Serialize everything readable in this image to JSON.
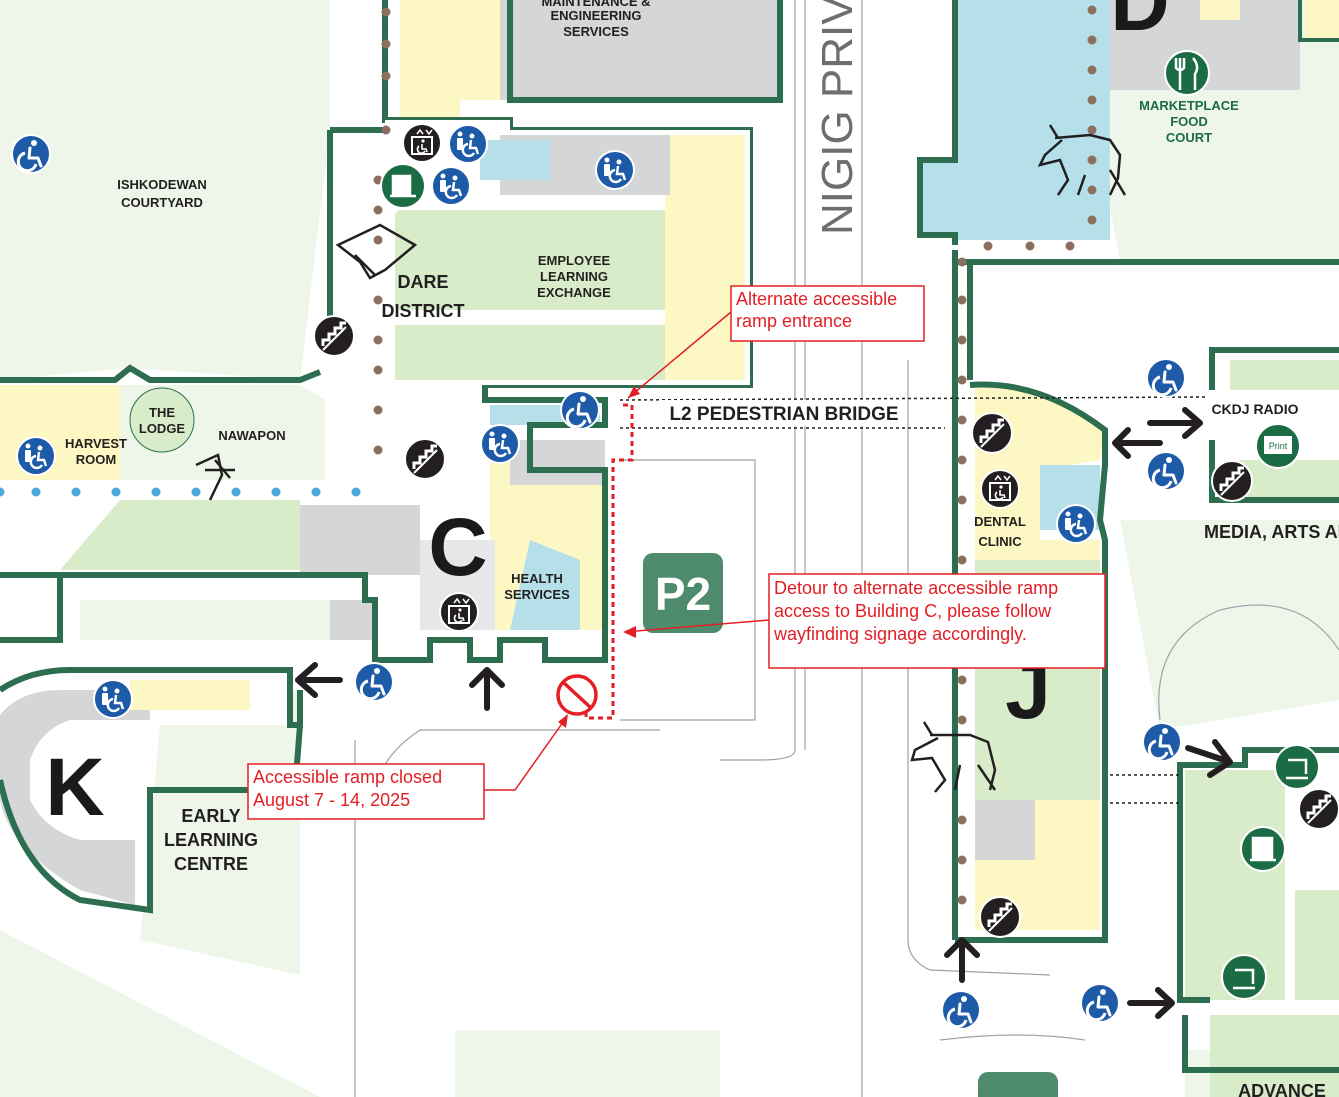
{
  "map": {
    "streets": {
      "nigig": "NIGIG PRIV"
    },
    "buildings": {
      "c": "C",
      "k": "K",
      "j": "J",
      "d": "D",
      "parking_p2": "P2"
    },
    "areas": {
      "maintenance_line1": "MAINTENANCE &",
      "maintenance_line2": "ENGINEERING",
      "maintenance_line3": "SERVICES",
      "courtyard_line1": "ISHKODEWAN",
      "courtyard_line2": "COURTYARD",
      "dare_line1": "DARE",
      "dare_line2": "DISTRICT",
      "employee_line1": "EMPLOYEE",
      "employee_line2": "LEARNING",
      "employee_line3": "EXCHANGE",
      "lodge_line1": "THE",
      "lodge_line2": "LODGE",
      "harvest_line1": "HARVEST",
      "harvest_line2": "ROOM",
      "nawapon": "NAWAPON",
      "health_line1": "HEALTH",
      "health_line2": "SERVICES",
      "early_line1": "EARLY",
      "early_line2": "LEARNING",
      "early_line3": "CENTRE",
      "marketplace_line1": "MARKETPLACE",
      "marketplace_line2": "FOOD",
      "marketplace_line3": "COURT",
      "dental_line1": "DENTAL",
      "dental_line2": "CLINIC",
      "ckdj": "CKDJ RADIO",
      "media": "MEDIA, ARTS AN",
      "advanced": "ADVANCE",
      "bridge": "L2 PEDESTRIAN BRIDGE",
      "print": "Print"
    },
    "notices": {
      "alternate_line1": "Alternate accessible",
      "alternate_line2": "ramp entrance",
      "detour_line1": "Detour to alternate accessible ramp",
      "detour_line2": "access to Building C, please follow",
      "detour_line3": "wayfinding signage accordingly.",
      "closed_line1": "Accessible ramp closed",
      "closed_line2": "August 7 - 14, 2025"
    },
    "colors": {
      "building_outline": "#2c6e4f",
      "accessible_blue": "#1d5aa8",
      "notice_red": "#e31e24",
      "parking_green": "#4e8b6c",
      "water_blue": "#b5e0ea",
      "room_yellow": "#fdf8c3",
      "room_green": "#d9ecc9"
    },
    "icons": [
      "accessible-icon",
      "accessible-washroom-icon",
      "elevator-icon",
      "stairs-icon",
      "food-icon",
      "print-icon",
      "moose-icon",
      "no-entry-icon",
      "arrow-icon"
    ]
  }
}
